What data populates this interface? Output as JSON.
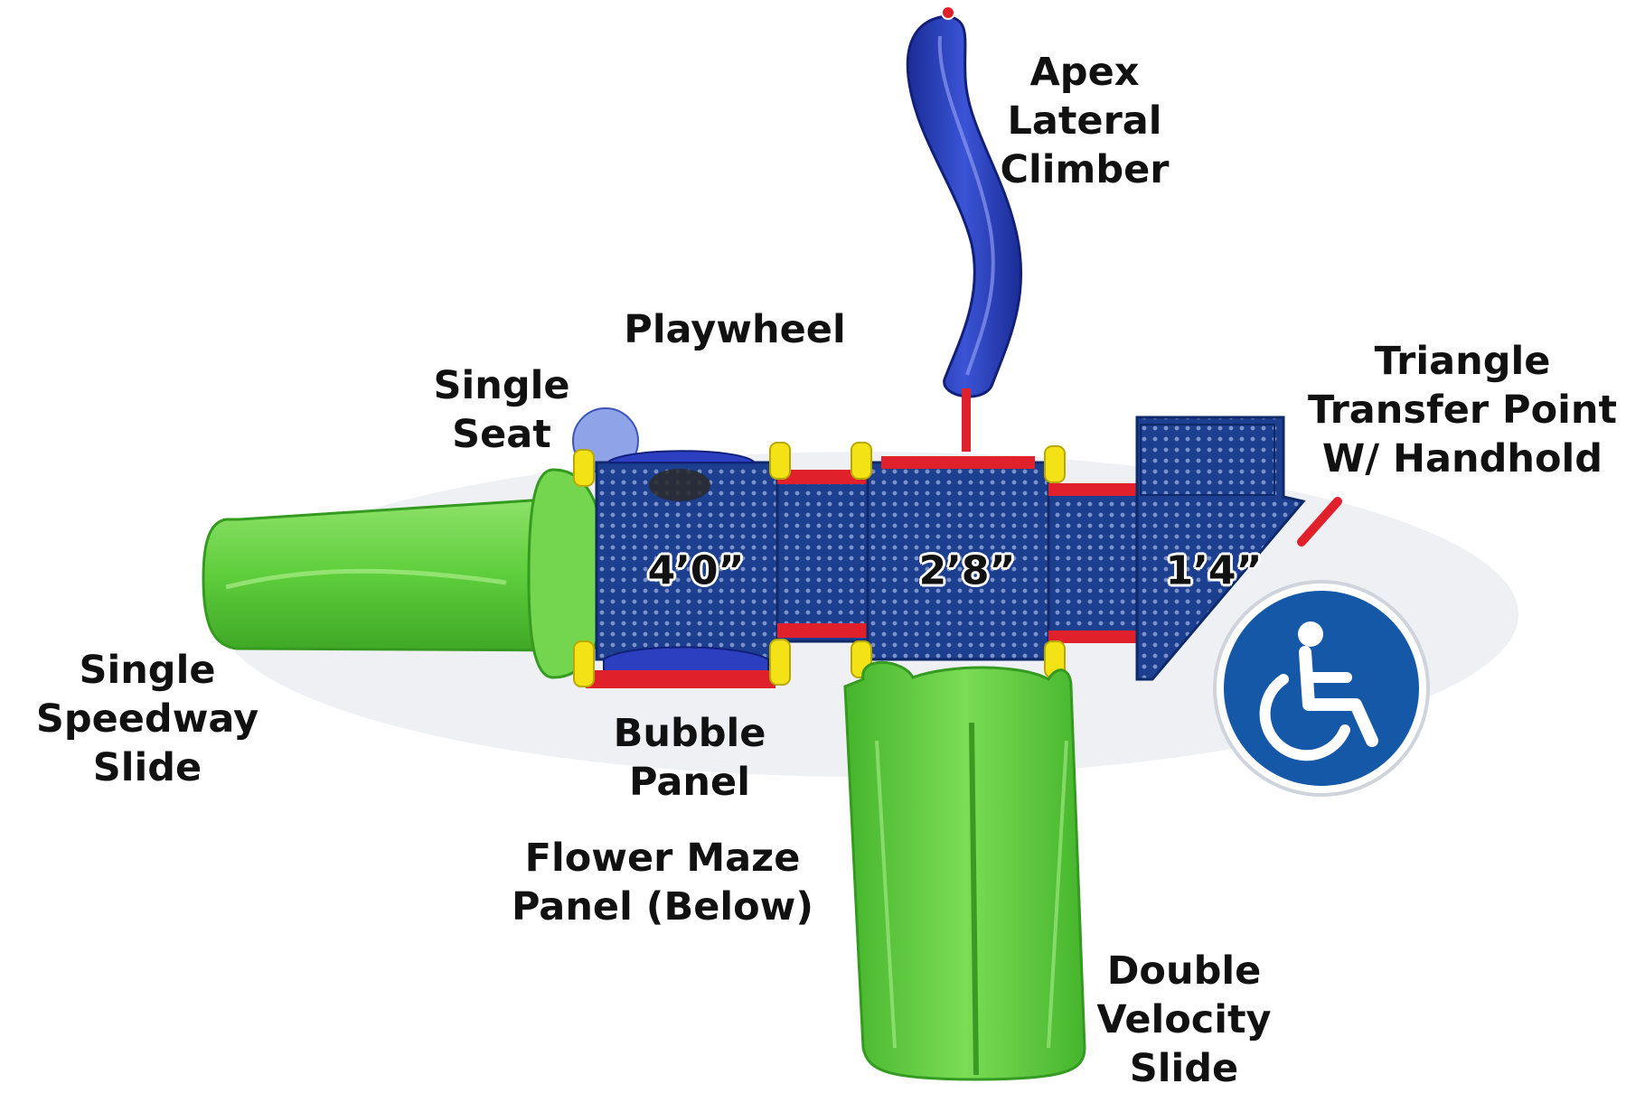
{
  "labels": {
    "apex_climber": [
      "Apex",
      "Lateral",
      "Climber"
    ],
    "playwheel": [
      "Playwheel"
    ],
    "single_seat": [
      "Single",
      "Seat"
    ],
    "triangle_transfer": [
      "Triangle",
      "Transfer Point",
      "W/ Handhold"
    ],
    "single_speedway_slide": [
      "Single",
      "Speedway",
      "Slide"
    ],
    "bubble_panel": [
      "Bubble",
      "Panel"
    ],
    "flower_maze_panel": [
      "Flower Maze",
      "Panel (Below)"
    ],
    "double_velocity_slide": [
      "Double",
      "Velocity",
      "Slide"
    ]
  },
  "deck_heights": {
    "left_deck": "4’0”",
    "center_deck": "2’8”",
    "right_deck": "1’4”"
  },
  "icons": {
    "accessibility": "wheelchair-accessibility-icon"
  },
  "colors": {
    "slide_green": "#5fce3c",
    "deck_blue": "#1d3f8f",
    "climber_blue": "#2a3fb8",
    "rail_red": "#e0202a",
    "post_yellow": "#f3e316",
    "accessibility_blue": "#1558a8"
  }
}
